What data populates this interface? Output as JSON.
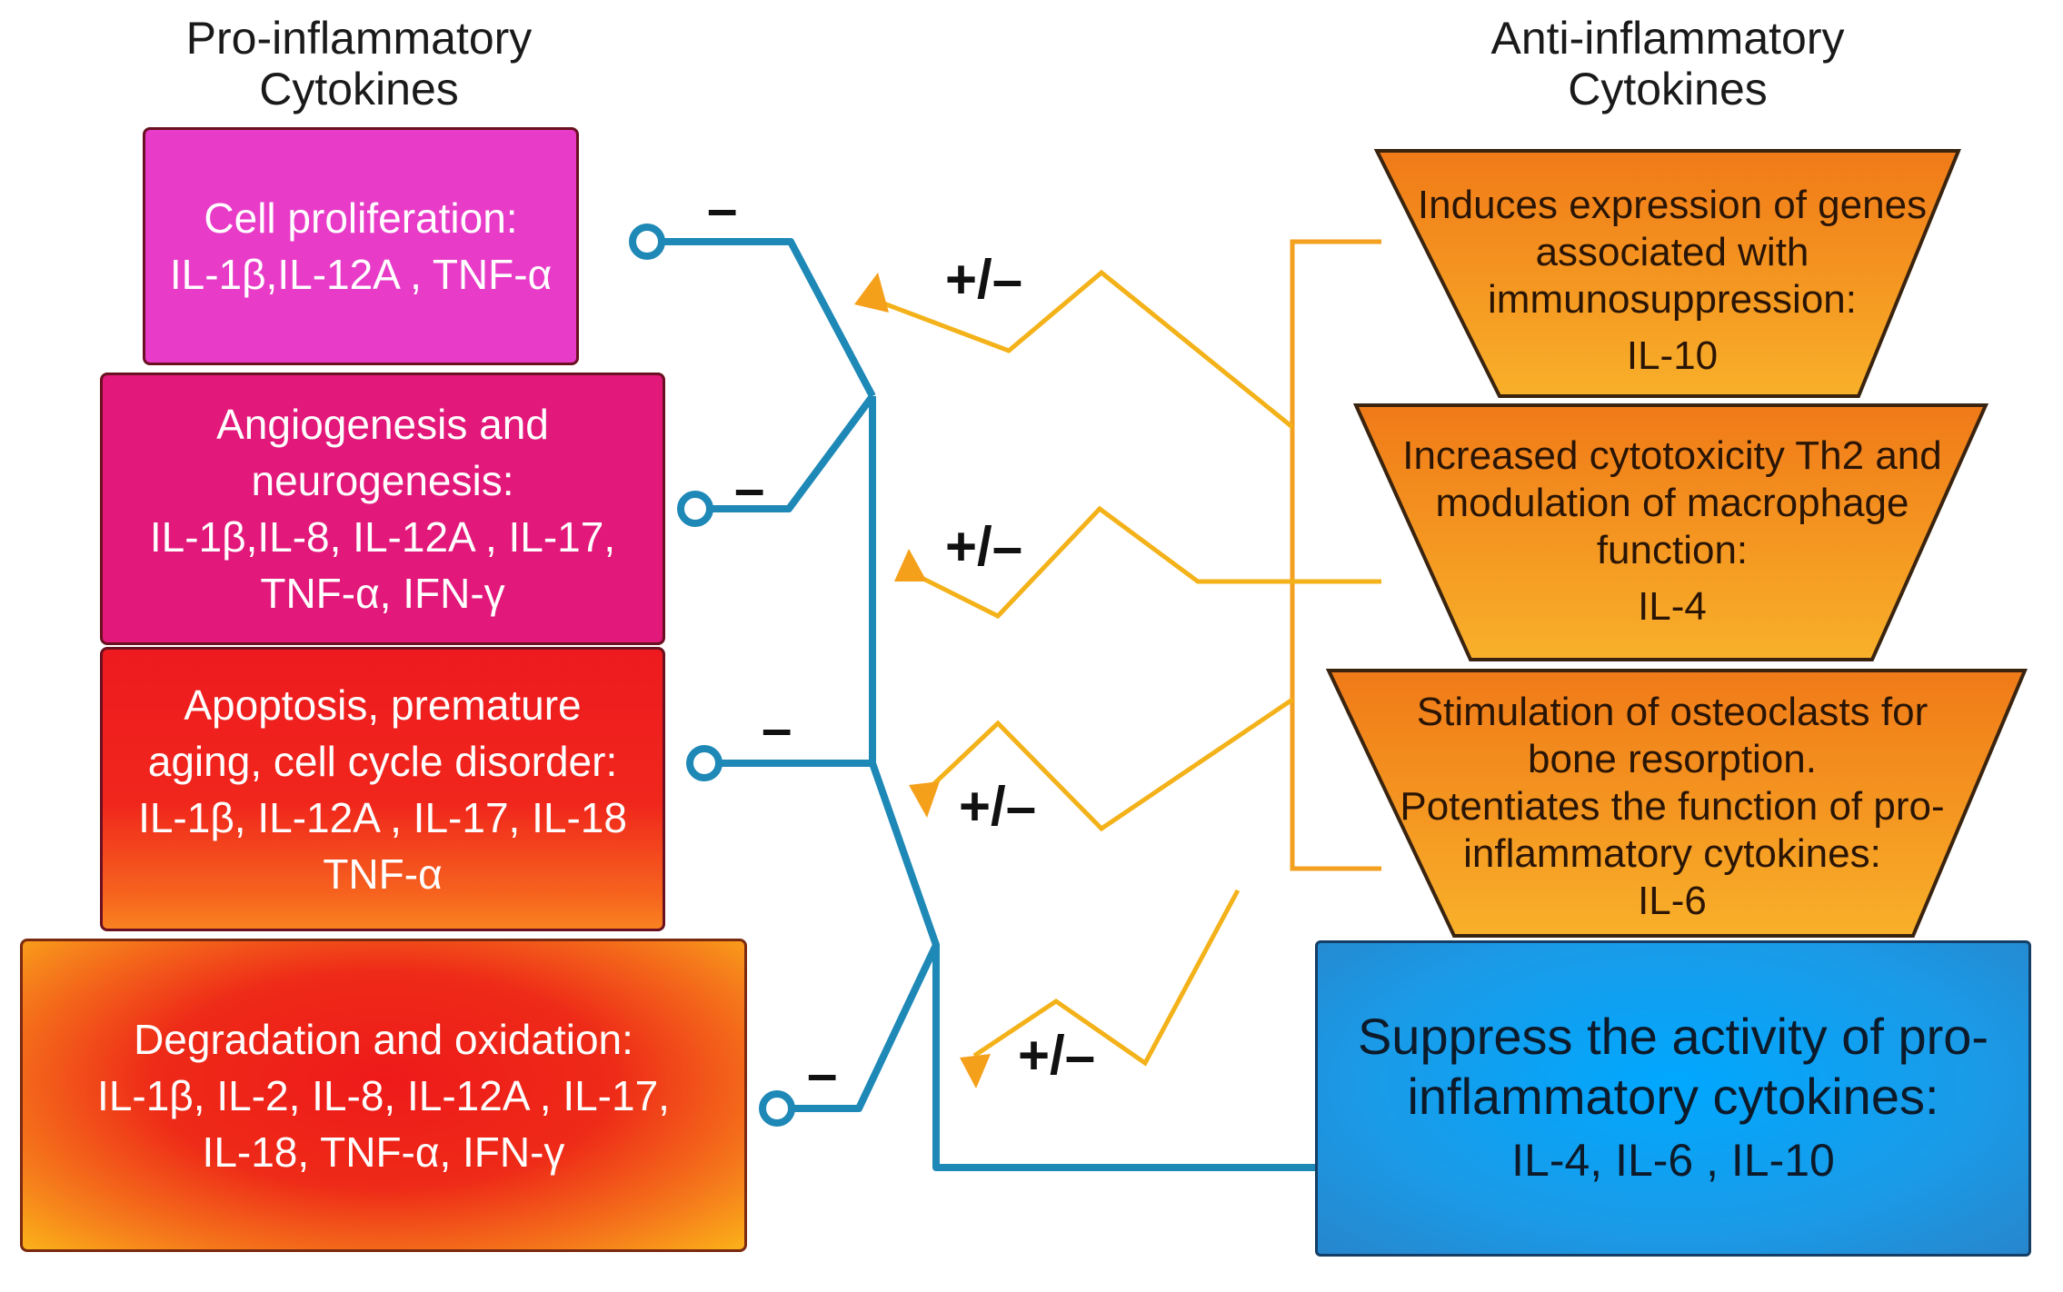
{
  "headings": {
    "pro": [
      "Pro-inflammatory",
      "Cytokines"
    ],
    "anti": [
      "Anti-inflammatory",
      "Cytokines"
    ]
  },
  "pro_boxes": [
    {
      "lines": [
        "Cell proliferation:",
        "IL-1β,IL-12A , TNF-α"
      ]
    },
    {
      "lines": [
        "Angiogenesis and",
        "neurogenesis:",
        "IL-1β,IL-8, IL-12A , IL-17,",
        "TNF-α, IFN-γ"
      ]
    },
    {
      "lines": [
        "Apoptosis, premature",
        "aging, cell cycle disorder:",
        "IL-1β, IL-12A , IL-17, IL-18",
        "TNF-α"
      ]
    },
    {
      "lines": [
        "Degradation and oxidation:",
        "IL-1β, IL-2, IL-8, IL-12A , IL-17,",
        "IL-18, TNF-α, IFN-γ"
      ]
    }
  ],
  "anti_boxes": [
    {
      "lines": [
        "Induces expression of genes",
        "associated with",
        "immunosuppression:",
        "IL-10"
      ]
    },
    {
      "lines": [
        "Increased cytotoxicity Th2 and",
        "modulation of macrophage",
        "function:",
        "IL-4"
      ]
    },
    {
      "lines": [
        "Stimulation of osteoclasts for",
        "bone resorption.",
        "Potentiates the function of pro-",
        "inflammatory cytokines:",
        "IL-6"
      ]
    }
  ],
  "suppress_box": {
    "lines": [
      "Suppress the activity of pro-",
      "inflammatory cytokines:"
    ],
    "list": "IL-4, IL-6 , IL-10"
  },
  "signs": {
    "minus": "–",
    "plus_minus": "+/–"
  },
  "colors": {
    "inhibition_line": "#1e88b6",
    "modulation_line": "#f4b21a",
    "anti_bracket": "#f4a020",
    "trapezoid_fill": "#f48a1c",
    "trapezoid_border": "#3a2410"
  }
}
